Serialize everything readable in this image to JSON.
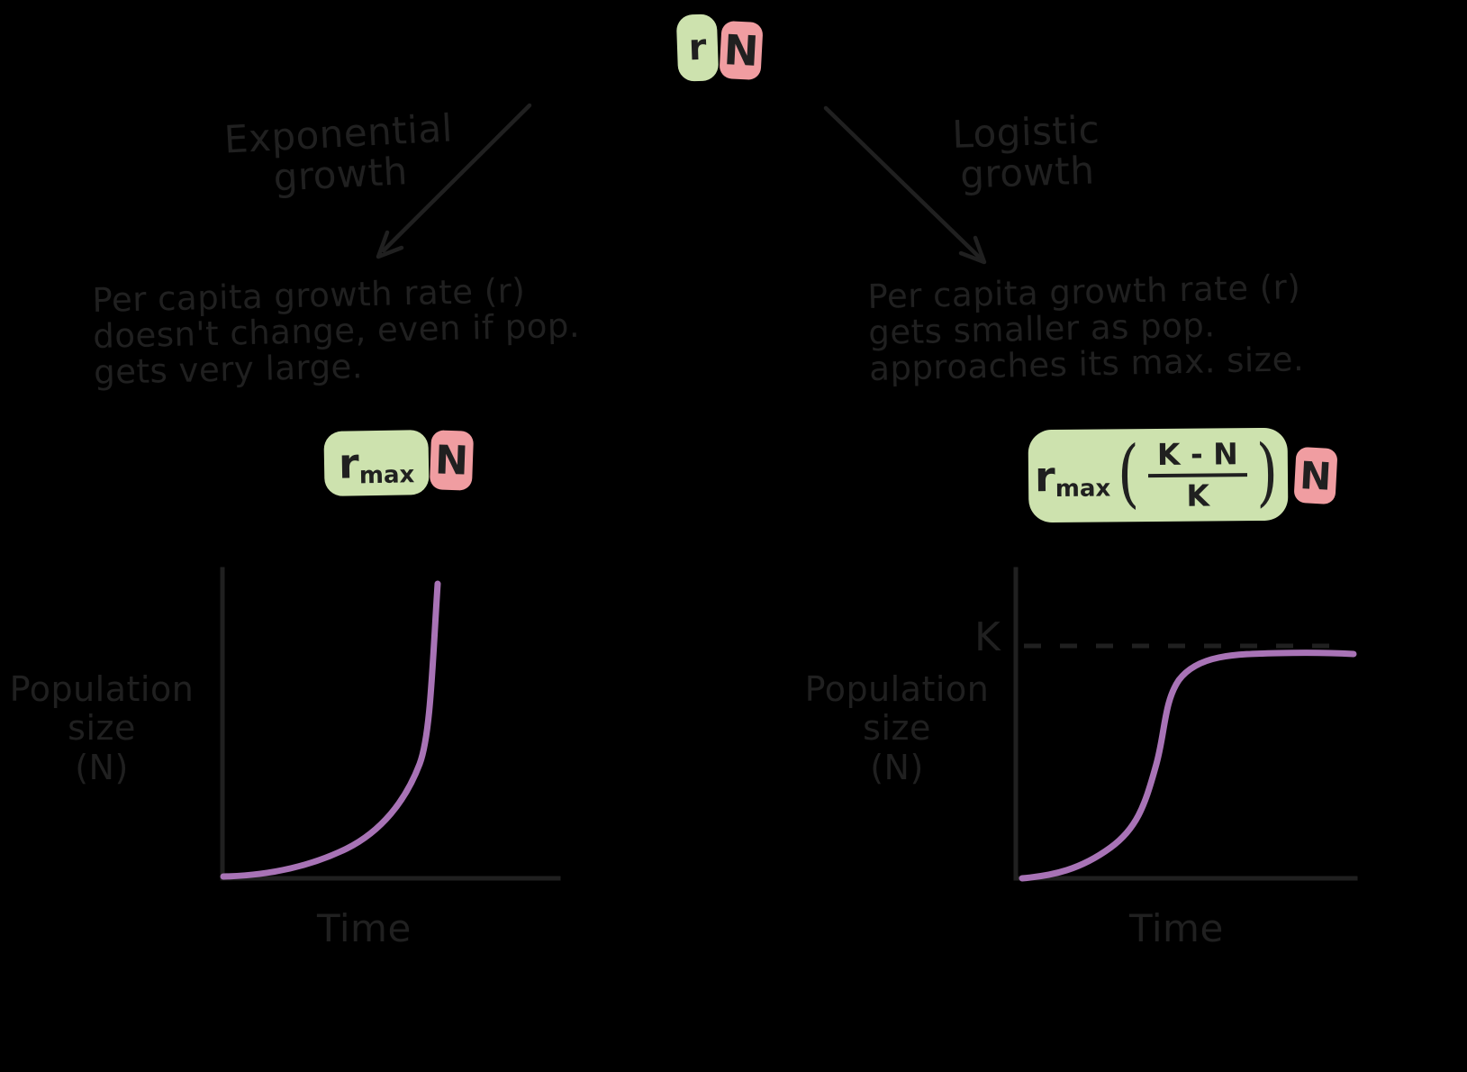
{
  "colors": {
    "background": "#000000",
    "ink": "#202020",
    "highlight_green": "#cde2ae",
    "highlight_pink": "#f09da1",
    "curve_purple": "#a873b6"
  },
  "root_equation": {
    "r_term": "r",
    "n_term": "N"
  },
  "branches": {
    "left": {
      "name": "Exponential growth",
      "label_lines": [
        "Exponential",
        "growth"
      ],
      "description_lines": [
        "Per capita growth rate (r)",
        "doesn't change, even if pop.",
        "gets very large."
      ],
      "equation": {
        "r_base": "r",
        "r_sub": "max",
        "n_term": "N"
      },
      "chart": {
        "type": "line",
        "curve": "exponential",
        "ylabel_lines": [
          "Population",
          "size",
          "(N)"
        ],
        "xlabel": "Time"
      }
    },
    "right": {
      "name": "Logistic growth",
      "label_lines": [
        "Logistic",
        "growth"
      ],
      "description_lines": [
        "Per capita growth rate (r)",
        "gets smaller as pop.",
        "approaches its max. size."
      ],
      "equation": {
        "r_base": "r",
        "r_sub": "max",
        "paren_open": "(",
        "frac_numerator": "K - N",
        "frac_denominator": "K",
        "paren_close": ")",
        "n_term": "N"
      },
      "chart": {
        "type": "line",
        "curve": "logistic",
        "ylabel_lines": [
          "Population",
          "size",
          "(N)"
        ],
        "xlabel": "Time",
        "asymptote_label": "K"
      }
    }
  }
}
